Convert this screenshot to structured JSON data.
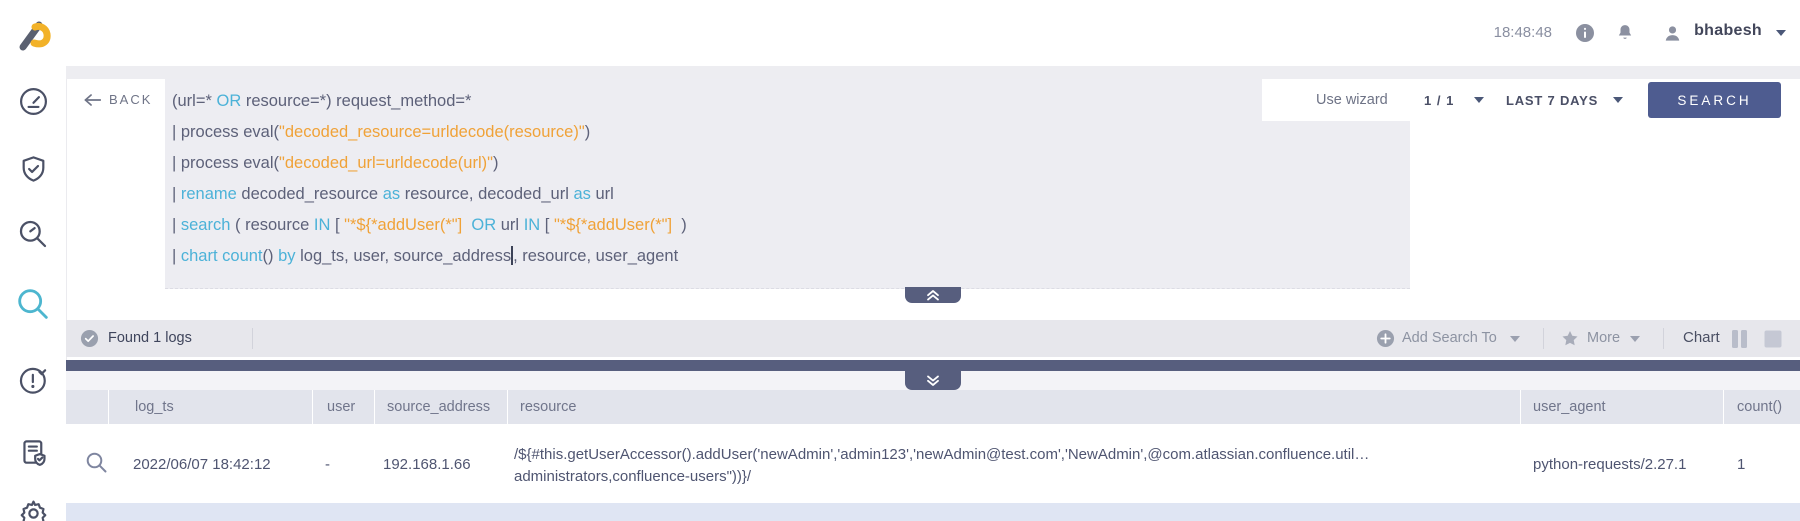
{
  "topbar": {
    "time": "18:48:48",
    "username": "bhabesh"
  },
  "sidebar": {
    "items": [
      "logpoint-logo",
      "dashboard",
      "compliance",
      "threat-hunting",
      "search",
      "incidents",
      "reports",
      "settings"
    ]
  },
  "query": {
    "back_label": "BACK",
    "lines": [
      [
        {
          "c": "d",
          "t": "(url=* "
        },
        {
          "c": "k",
          "t": "OR"
        },
        {
          "c": "d",
          "t": " resource=*) request_method=*"
        }
      ],
      [
        {
          "c": "d",
          "t": "| process eval("
        },
        {
          "c": "s",
          "t": "\"decoded_resource=urldecode(resource)\""
        },
        {
          "c": "d",
          "t": ")"
        }
      ],
      [
        {
          "c": "d",
          "t": "| process eval("
        },
        {
          "c": "s",
          "t": "\"decoded_url=urldecode(url)\""
        },
        {
          "c": "d",
          "t": ")"
        }
      ],
      [
        {
          "c": "d",
          "t": "| "
        },
        {
          "c": "k",
          "t": "rename"
        },
        {
          "c": "d",
          "t": " decoded_resource "
        },
        {
          "c": "k",
          "t": "as"
        },
        {
          "c": "d",
          "t": " resource, decoded_url "
        },
        {
          "c": "k",
          "t": "as"
        },
        {
          "c": "d",
          "t": " url"
        }
      ],
      [
        {
          "c": "d",
          "t": "| "
        },
        {
          "c": "k",
          "t": "search"
        },
        {
          "c": "d",
          "t": " ( resource "
        },
        {
          "c": "k",
          "t": "IN"
        },
        {
          "c": "d",
          "t": " [ "
        },
        {
          "c": "s",
          "t": "\"*${*addUser(*\"]"
        },
        {
          "c": "d",
          "t": "  "
        },
        {
          "c": "k",
          "t": "OR"
        },
        {
          "c": "d",
          "t": " url "
        },
        {
          "c": "k",
          "t": "IN"
        },
        {
          "c": "d",
          "t": " [ "
        },
        {
          "c": "s",
          "t": "\"*${*addUser(*\"]"
        },
        {
          "c": "d",
          "t": "  )"
        }
      ],
      [
        {
          "c": "d",
          "t": "| "
        },
        {
          "c": "k",
          "t": "chart count"
        },
        {
          "c": "d",
          "t": "() "
        },
        {
          "c": "k",
          "t": "by"
        },
        {
          "c": "d",
          "t": " log_ts, user, source_address"
        },
        {
          "c": "cur",
          "t": ""
        },
        {
          "c": "d",
          "t": ", resource, user_agent"
        }
      ]
    ],
    "use_wizard_label": "Use wizard",
    "page_indicator": "1 / 1",
    "time_range": "LAST 7 DAYS",
    "search_button": "SEARCH"
  },
  "results_bar": {
    "found_text": "Found 1 logs",
    "add_search_to_label": "Add Search To",
    "more_label": "More",
    "chart_label": "Chart"
  },
  "table": {
    "columns": [
      "",
      "log_ts",
      "user",
      "source_address",
      "resource",
      "user_agent",
      "count()"
    ],
    "rows": [
      {
        "log_ts": "2022/06/07 18:42:12",
        "user": "-",
        "source_address": "192.168.1.66",
        "resource_line1": "/${#this.getUserAccessor().addUser('newAdmin','admin123','newAdmin@test.com','NewAdmin',@com.atlassian.confluence.util…",
        "resource_line2": "administrators,confluence-users\"))}/",
        "user_agent": "python-requests/2.27.1",
        "count": "1"
      }
    ]
  },
  "colors": {
    "keyword_cyan": "#4cb2d8",
    "string_orange": "#f0a238",
    "search_button_blue": "#4e5c90",
    "dark_slate": "#575e7e",
    "active_icon_cyan": "#4db6cf",
    "logo_yellow": "#f2b229"
  }
}
